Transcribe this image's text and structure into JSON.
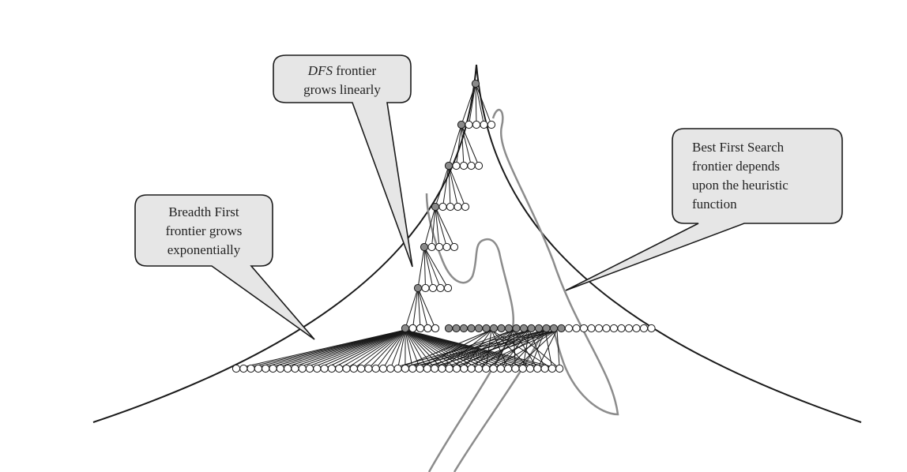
{
  "callouts": {
    "dfs": {
      "line1_italic": "DFS",
      "line1_rest": " frontier",
      "line2": "grows linearly"
    },
    "bfs": {
      "line1": "Breadth First",
      "line2": "frontier grows",
      "line3": "exponentially"
    },
    "best": {
      "line1": "Best First Search",
      "line2": "frontier depends",
      "line3": "upon the heuristic",
      "line4": "function"
    }
  },
  "colors": {
    "ink": "#1a1a1a",
    "callout_fill": "#e6e6e6",
    "frontier_line": "#8c8c8c",
    "expanded_node": "#8a8a8a",
    "open_node": "#ffffff"
  }
}
